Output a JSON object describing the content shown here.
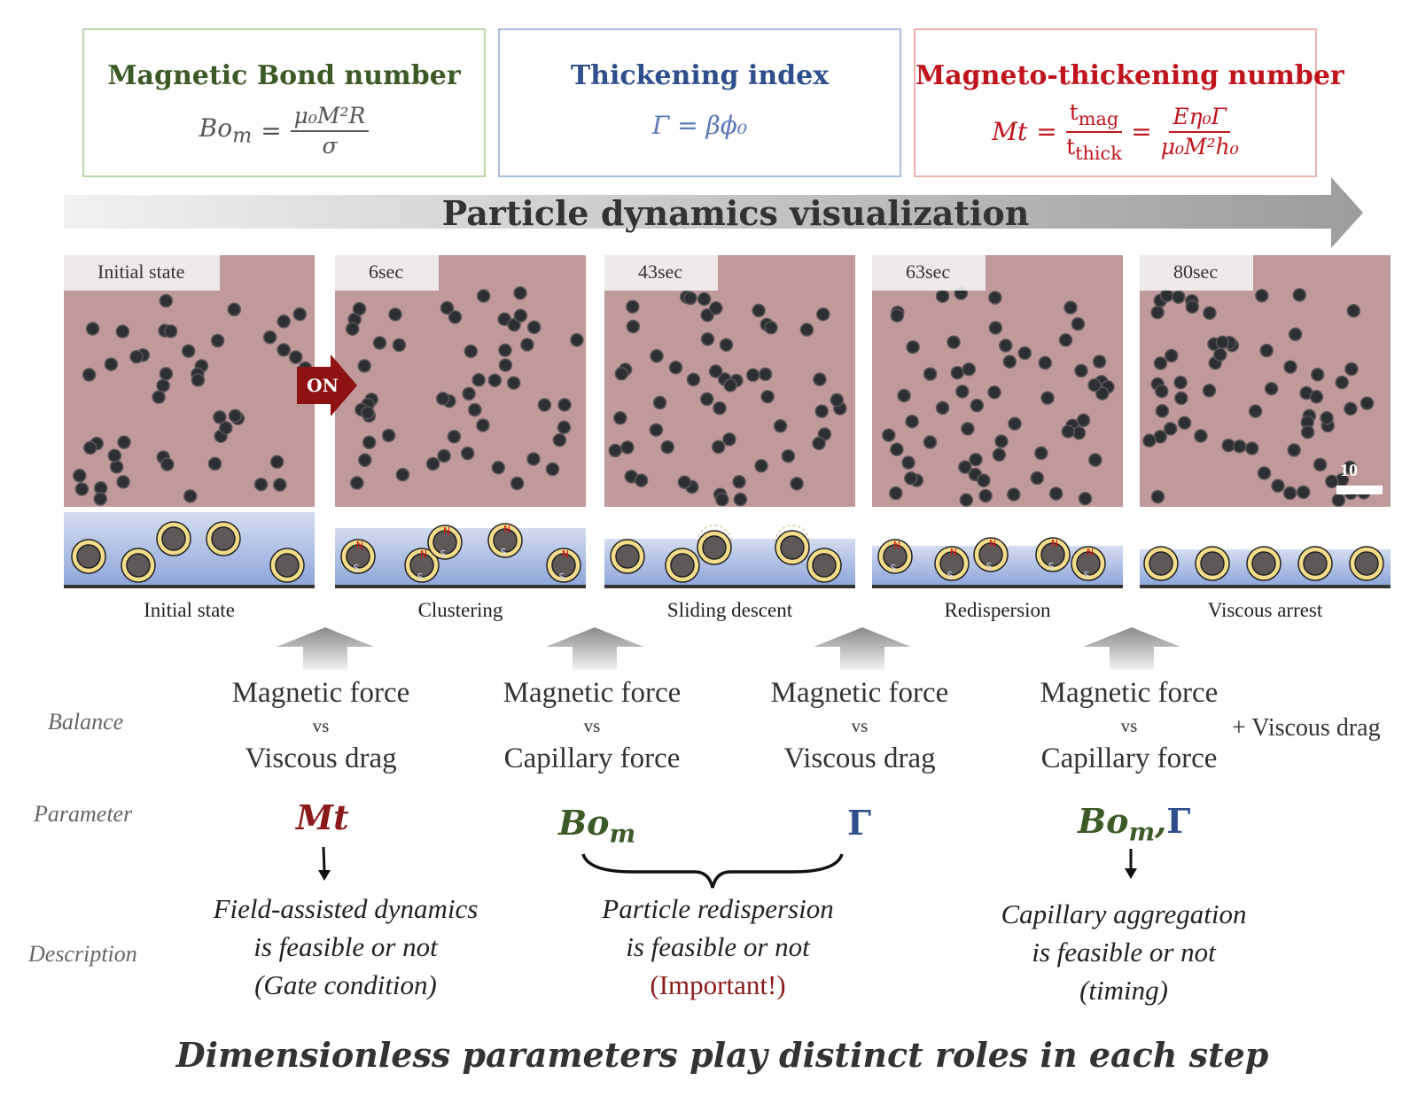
{
  "boxes": [
    {
      "title": "Magnetic Bond number",
      "color": "#3d5a26",
      "border": "#b9d6a8",
      "lhs": "Bo",
      "lhs_sub": "m",
      "num": "μ₀M²R",
      "den": "σ"
    },
    {
      "title": "Thickening index",
      "color": "#2e4e8c",
      "border": "#a9bfdf",
      "formula": "Γ = βϕ₀"
    },
    {
      "title": "Magneto-thickening number",
      "color": "#c0141c",
      "border": "#efb0b0",
      "lhs": "Mt",
      "num1": "t",
      "num1_sub": "mag",
      "den1": "t",
      "den1_sub": "thick",
      "num2": "Eη₀Γ",
      "den2": "μ₀M²h₀"
    }
  ],
  "banner": {
    "title": "Particle dynamics visualization"
  },
  "panels": [
    {
      "time": "Initial state"
    },
    {
      "time": "6sec"
    },
    {
      "time": "43sec"
    },
    {
      "time": "63sec"
    },
    {
      "time": "80sec"
    }
  ],
  "on_label": "ON",
  "scale_label": "10",
  "stages": [
    "Initial state",
    "Clustering",
    "Sliding descent",
    "Redispersion",
    "Viscous arrest"
  ],
  "pole_labels": {
    "north": "N",
    "south": "S"
  },
  "rows": {
    "balance": "Balance",
    "parameter": "Parameter",
    "description": "Description"
  },
  "balances": [
    {
      "top": "Magnetic force",
      "vs": "vs",
      "bottom": "Viscous drag"
    },
    {
      "top": "Magnetic force",
      "vs": "vs",
      "bottom": "Capillary force"
    },
    {
      "top": "Magnetic force",
      "vs": "vs",
      "bottom": "Viscous drag"
    },
    {
      "top": "Magnetic force",
      "vs": "vs",
      "bottom": "Capillary force"
    }
  ],
  "extra_balance": "+ Viscous drag",
  "params": {
    "mt": "Mt",
    "bo": "Bo",
    "bo_sub": "m",
    "gamma": "Γ",
    "bo2": "Bo",
    "bo2_sub": "m",
    "comma": ",",
    "gamma2": "Γ"
  },
  "descriptions": [
    {
      "l1": "Field-assisted dynamics",
      "l2": "is feasible or not",
      "l3": "(Gate condition)"
    },
    {
      "l1": "Particle redispersion",
      "l2": "is feasible or not",
      "l3": "(Important!)"
    },
    {
      "l1": "Capillary aggregation",
      "l2": "is feasible or not",
      "l3": "(timing)"
    }
  ],
  "footer": "Dimensionless parameters play distinct roles in each step",
  "colors": {
    "green": "#3d5a26",
    "blue": "#2e4e8c",
    "red": "#c0141c",
    "darkred": "#8b1a1a",
    "important": "#8b1a1a",
    "particle": "#3b3b3b",
    "liquid": "#a7bbe0"
  }
}
